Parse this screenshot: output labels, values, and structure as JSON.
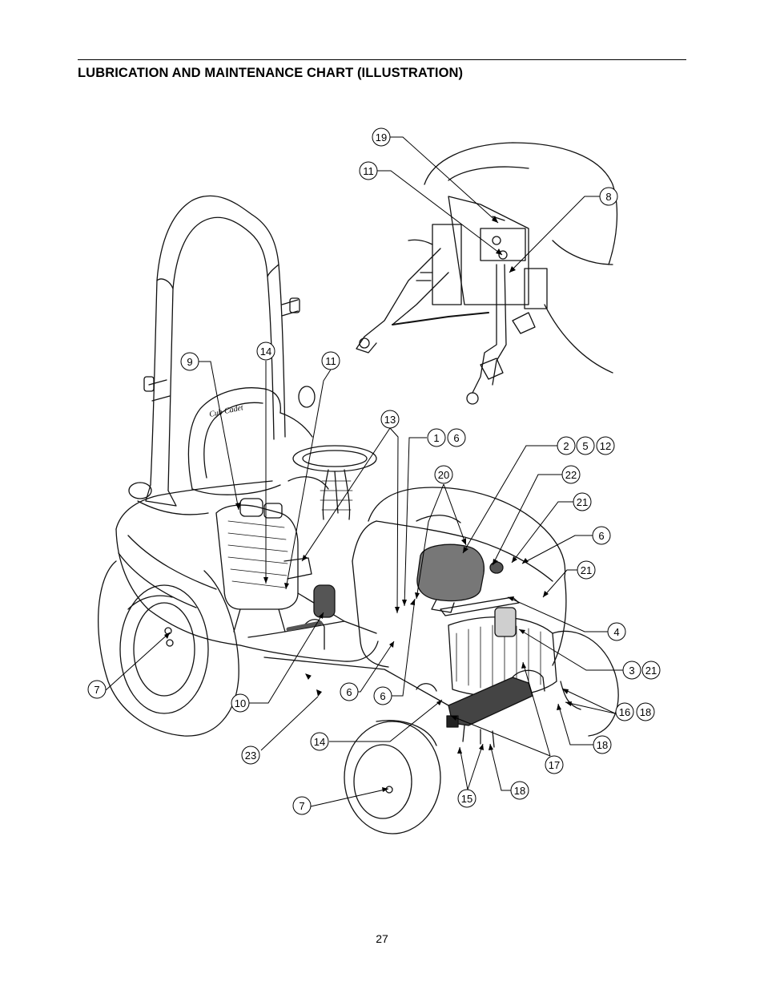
{
  "header": {
    "title": "LUBRICATION AND MAINTENANCE CHART (ILLUSTRATION)"
  },
  "footer": {
    "page_number": "27"
  },
  "diagram": {
    "seat_logo": "Cub Cadet",
    "callout_labels": {
      "c1": "19",
      "c2": "11",
      "c3": "8",
      "c4": "9",
      "c5": "14",
      "c6": "11",
      "c7": "13",
      "c8": "1",
      "c9": "6",
      "c10": "2",
      "c11": "5",
      "c12": "12",
      "c13": "20",
      "c14": "22",
      "c15": "21",
      "c16": "6",
      "c17": "21",
      "c18": "4",
      "c19": "3",
      "c20": "21",
      "c21": "7",
      "c22": "10",
      "c23": "6",
      "c24": "6",
      "c25": "16",
      "c26": "18",
      "c27": "18",
      "c28": "14",
      "c29": "17",
      "c30": "23",
      "c31": "7",
      "c32": "15",
      "c33": "18"
    }
  }
}
